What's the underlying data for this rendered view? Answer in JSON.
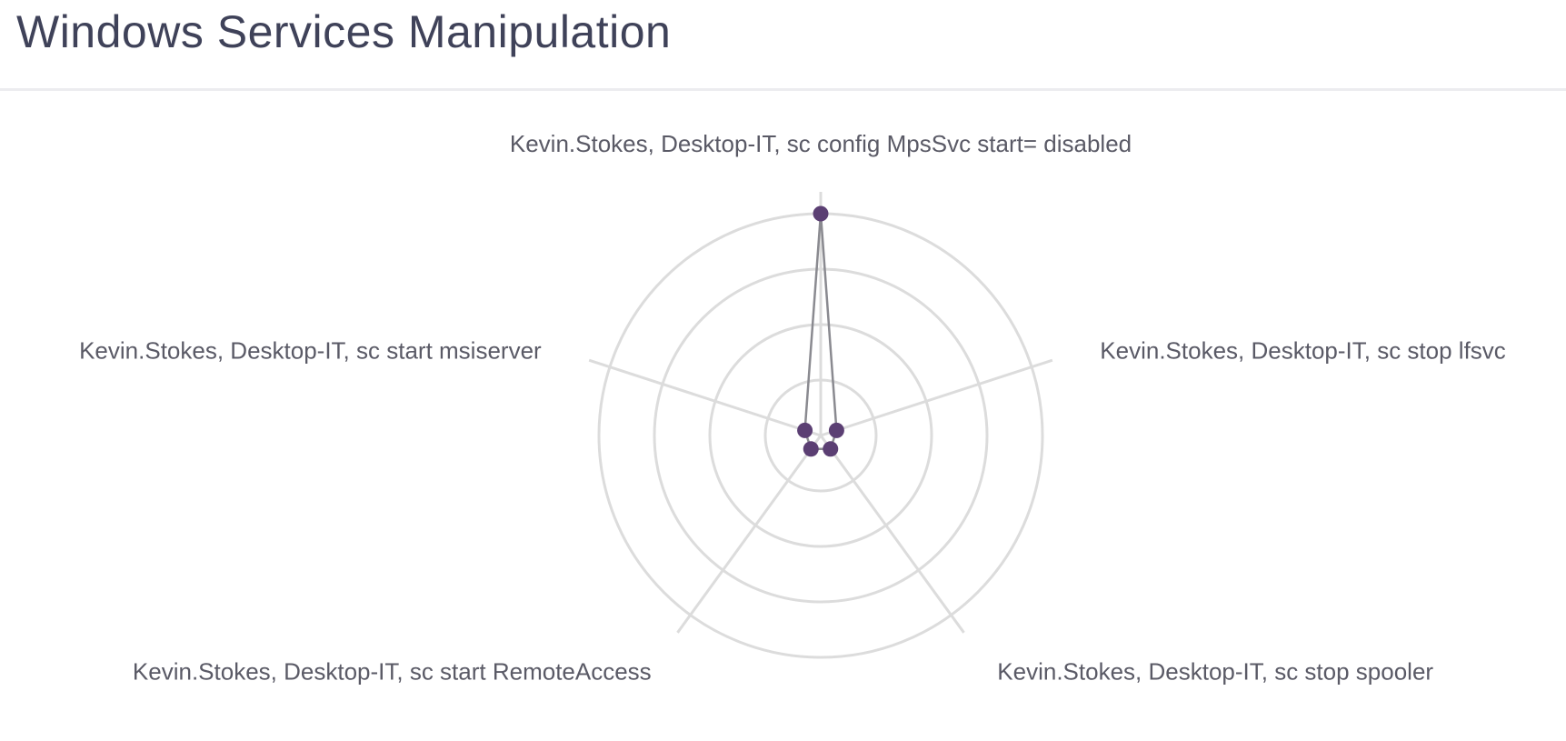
{
  "panel": {
    "title": "Windows Services Manipulation"
  },
  "chart_data": {
    "type": "radar",
    "categories": [
      "Kevin.Stokes, Desktop-IT, sc config MpsSvc start= disabled",
      "Kevin.Stokes, Desktop-IT, sc stop lfsvc",
      "Kevin.Stokes, Desktop-IT, sc stop spooler",
      "Kevin.Stokes, Desktop-IT, sc start RemoteAccess",
      "Kevin.Stokes, Desktop-IT, sc start msiserver"
    ],
    "values": [
      4,
      0.3,
      0.3,
      0.3,
      0.3
    ],
    "rlim": [
      0,
      4
    ],
    "rings": 4,
    "grid": true,
    "legend": "none",
    "colors": {
      "point": "#5b3f73",
      "line": "#8a8a90",
      "grid": "#dcdcdc",
      "label": "#5a5a66"
    }
  }
}
